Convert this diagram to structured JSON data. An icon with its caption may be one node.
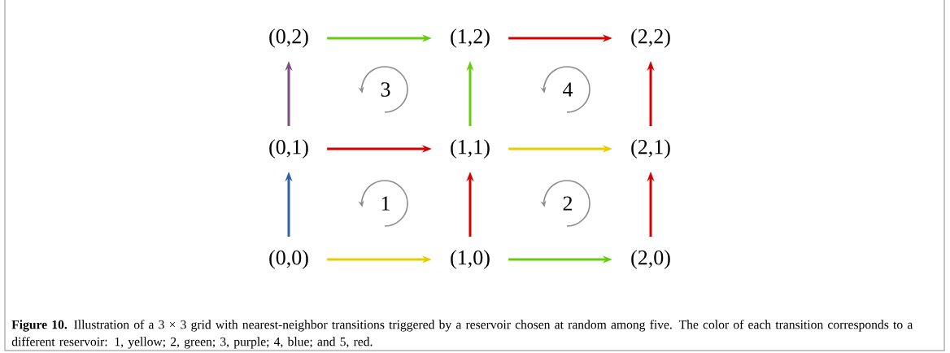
{
  "diagram": {
    "caption": "**Figure 10.** Illustration of a 3 × 3 grid with nearest-neighbor transitions triggered by a reservoir chosen at random among five. The color of each transition corresponds to a different reservoir: 1, yellow; 2, green; 3, purple; 4, blue; and 5, red.",
    "nodes": [
      {
        "text": [
          "(0,2)"
        ]
      },
      {
        "text": [
          "(1,2)"
        ]
      },
      {
        "text": [
          "(2,2)"
        ]
      },
      {
        "text": [
          "(0,1)"
        ]
      },
      {
        "text": [
          "(1,1)"
        ]
      },
      {
        "text": [
          "(2,1)"
        ]
      },
      {
        "text": [
          "(0,0)"
        ]
      },
      {
        "text": [
          "(1,0)"
        ]
      },
      {
        "text": [
          "(2,0)"
        ]
      }
    ],
    "edges": [
      {
        "from": 0,
        "to": 1,
        "arrow": "to",
        "color": "#66cc11"
      },
      {
        "from": 1,
        "to": 2,
        "arrow": "to",
        "color": "#d40000"
      },
      {
        "from": 3,
        "to": 0,
        "arrow": "to",
        "color": "#7b4f80"
      },
      {
        "from": 4,
        "to": 1,
        "arrow": "to",
        "color": "#66cc11"
      },
      {
        "from": 5,
        "to": 2,
        "arrow": "to",
        "color": "#d40000"
      },
      {
        "from": 3,
        "to": 4,
        "arrow": "to",
        "color": "#d40000"
      },
      {
        "from": 4,
        "to": 5,
        "arrow": "to",
        "color": "#e8cc00"
      },
      {
        "from": 6,
        "to": 3,
        "arrow": "to",
        "color": "#2f62a8"
      },
      {
        "from": 7,
        "to": 4,
        "arrow": "to",
        "color": "#d40000"
      },
      {
        "from": 8,
        "to": 5,
        "arrow": "to",
        "color": "#d40000"
      },
      {
        "from": 6,
        "to": 7,
        "arrow": "to",
        "color": "#e8cc00"
      },
      {
        "from": 7,
        "to": 8,
        "arrow": "to",
        "color": "#66cc11"
      }
    ],
    "labels": [
      "3",
      "4",
      "1",
      "2"
    ]
  }
}
